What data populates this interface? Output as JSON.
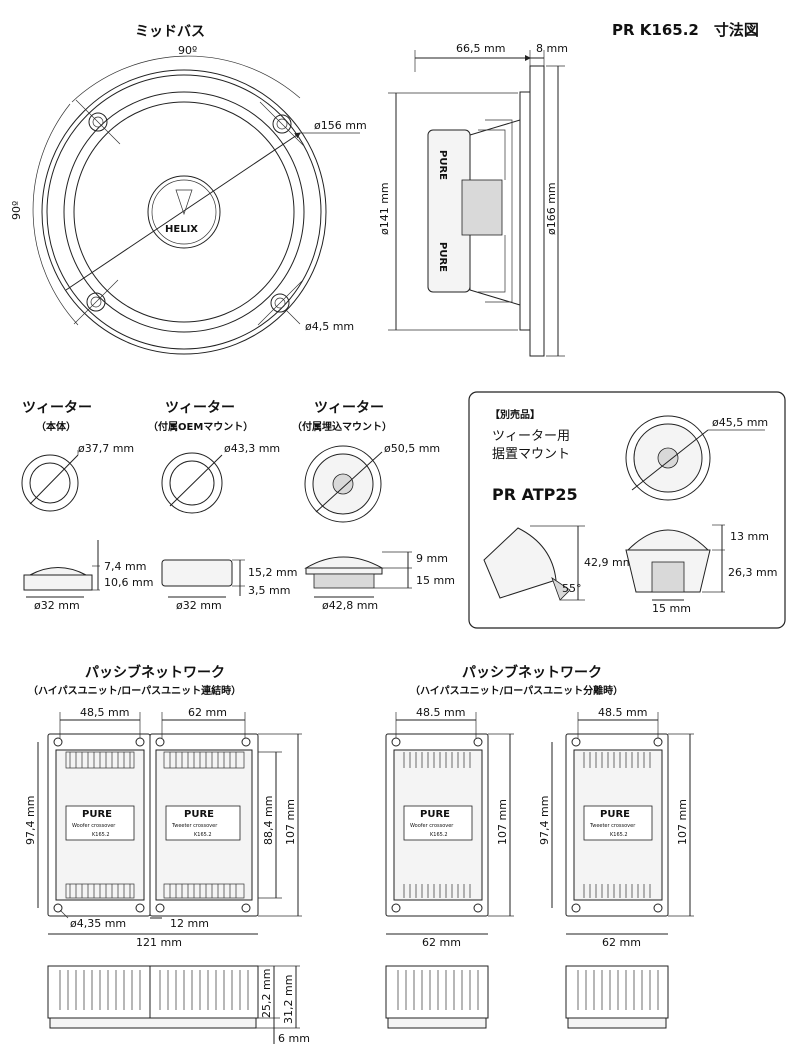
{
  "title": "PR K165.2　寸法図",
  "midbass": {
    "heading": "ミッドバス",
    "angle_top": "90º",
    "angle_left": "90º",
    "diameter": "ø156 mm",
    "hole": "ø4,5 mm",
    "logo": "HELIX"
  },
  "side": {
    "depth": "66,5 mm",
    "flange": "8 mm",
    "d141": "ø141 mm",
    "d166": "ø166 mm",
    "pure_top": "PURE",
    "pure_bottom": "PURE"
  },
  "tweeters": [
    {
      "heading": "ツィーター",
      "sub": "（本体）",
      "diameter": "ø37,7 mm",
      "width": "ø32 mm",
      "h1": "7,4 mm",
      "h2": "10,6 mm"
    },
    {
      "heading": "ツィーター",
      "sub": "（付属OEMマウント）",
      "diameter": "ø43,3 mm",
      "width": "ø32 mm",
      "h1": "15,2 mm",
      "h2": "3,5 mm"
    },
    {
      "heading": "ツィーター",
      "sub": "（付属埋込マウント）",
      "diameter": "ø50,5 mm",
      "width": "ø42,8 mm",
      "h1": "9 mm",
      "h2": "15 mm"
    }
  ],
  "optional": {
    "tag": "【別売品】",
    "line1": "ツィーター用",
    "line2": "据置マウント",
    "model": "PR ATP25",
    "diameter": "ø45,5 mm",
    "height": "42,9 mm",
    "angle": "55°",
    "top": "13 mm",
    "mid": "26,3 mm",
    "bottom": "15 mm"
  },
  "network_joined": {
    "heading": "パッシブネットワーク",
    "sub": "（ハイパスユニット/ローパスユニット連結時）",
    "w1": "48,5 mm",
    "w2": "62 mm",
    "h_outer": "97,4 mm",
    "h_inner": "88,4 mm",
    "h_total": "107 mm",
    "hole": "ø4,35 mm",
    "gap": "12 mm",
    "total_w": "121 mm",
    "label1_brand": "PURE",
    "label1_line": "Woofer crossover",
    "label1_model": "K165.2",
    "label2_brand": "PURE",
    "label2_line": "Tweeter crossover",
    "label2_model": "K165.2",
    "side_h1": "25,2 mm",
    "side_h2": "31,2 mm",
    "side_h3": "6 mm"
  },
  "network_split": {
    "heading": "パッシブネットワーク",
    "sub": "（ハイパスユニット/ローパスユニット分離時）",
    "w1": "48.5 mm",
    "w2": "48.5 mm",
    "h_left": "107 mm",
    "h_right_inner": "97,4 mm",
    "h_right": "107 mm",
    "bw1": "62 mm",
    "bw2": "62 mm",
    "label1_brand": "PURE",
    "label1_line": "Woofer crossover",
    "label1_model": "K165.2",
    "label2_brand": "PURE",
    "label2_line": "Tweeter crossover",
    "label2_model": "K165.2"
  }
}
